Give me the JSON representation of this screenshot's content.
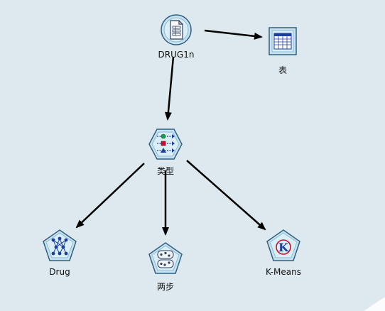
{
  "canvas": {
    "background": "#dde9ef"
  },
  "nodes": {
    "source": {
      "label": "DRUG1n",
      "icon": "file-source-icon"
    },
    "table": {
      "label": "表",
      "icon": "table-output-icon"
    },
    "type": {
      "label": "类型",
      "icon": "type-field-ops-icon"
    },
    "drug": {
      "label": "Drug",
      "icon": "neural-network-model-icon"
    },
    "twostep": {
      "label": "两步",
      "icon": "twostep-cluster-model-icon"
    },
    "kmeans": {
      "label": "K-Means",
      "icon": "kmeans-model-icon"
    }
  },
  "colors": {
    "node_fill": "#bfe0ef",
    "node_stroke": "#3b6e8f",
    "arrow": "#000000",
    "accent_blue": "#1a3f9e",
    "accent_red": "#c8102e",
    "accent_green": "#12a04a"
  }
}
